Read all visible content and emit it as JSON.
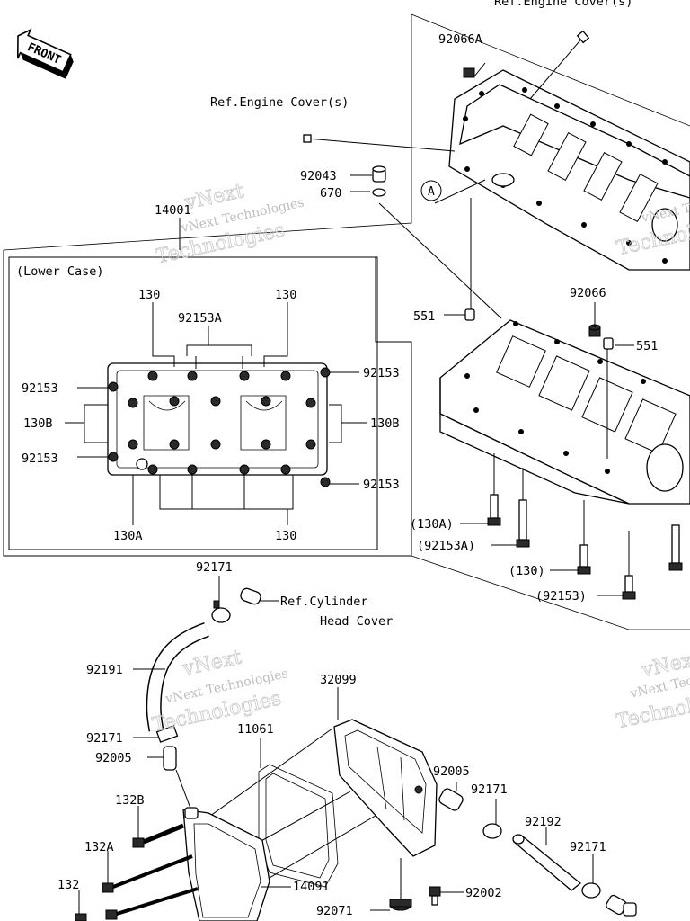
{
  "front_badge": "FRONT",
  "section_title": "(Lower Case)",
  "watermark": {
    "brand": "vNext",
    "line1": "vNext Technologies",
    "line2": "Technologies"
  },
  "labels": {
    "ref_engine_cover_top": "Ref.Engine Cover(s)",
    "ref_engine_cover": "Ref.Engine Cover(s)",
    "p92066A": "92066A",
    "p92043": "92043",
    "p670": "670",
    "p14001": "14001",
    "callout_A": "A",
    "p130_tl": "130",
    "p130_tr": "130",
    "p92153A": "92153A",
    "p92153_l1": "92153",
    "p92153_r1": "92153",
    "p130B_l": "130B",
    "p130B_r": "130B",
    "p92153_l2": "92153",
    "p92153_r2": "92153",
    "p130A": "130A",
    "p130_b": "130",
    "p92066": "92066",
    "p551_l": "551",
    "p551_r": "551",
    "p130A_par": "(130A)",
    "p92153A_par": "(92153A)",
    "p130_par": "(130)",
    "p92153_par": "(92153)",
    "p92171_top": "92171",
    "ref_cyl_1": "Ref.Cylinder",
    "ref_cyl_2": "Head Cover",
    "p92191": "92191",
    "p32099": "32099",
    "p92171_mid": "92171",
    "p11061": "11061",
    "p92005_l": "92005",
    "p92005_r": "92005",
    "p92171_r1": "92171",
    "p132B": "132B",
    "p92192": "92192",
    "p92171_r2": "92171",
    "p132A": "132A",
    "p14091": "14091",
    "p132": "132",
    "p92071": "92071",
    "p92002": "92002"
  }
}
